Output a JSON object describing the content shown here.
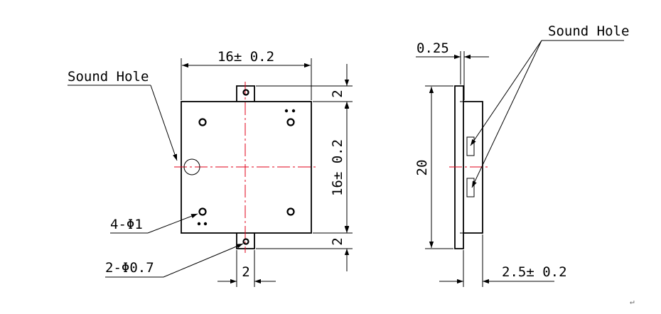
{
  "labels": {
    "sound_hole_front": "Sound Hole",
    "sound_hole_side": "Sound Hole",
    "width_dim": "16± 0.2",
    "height_dim": "16± 0.2",
    "tab_top_dim": "2",
    "tab_bottom_dim": "2",
    "tab_width_dim": "2",
    "holes_large": "4-Φ1",
    "holes_small": "2-Φ0.7",
    "thickness_dim": "0.25",
    "total_height_dim": "20",
    "depth_dim": "2.5± 0.2",
    "return_mark": "↵"
  },
  "colors": {
    "line": "#000000",
    "centerline": "#e0001a",
    "background": "#ffffff"
  }
}
